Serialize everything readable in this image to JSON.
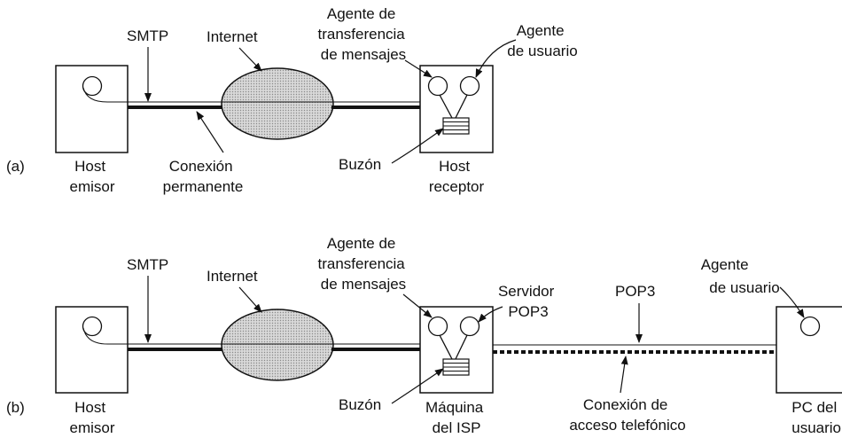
{
  "diagram_a": {
    "label": "(a)",
    "smtp": "SMTP",
    "internet": "Internet",
    "mta_label": [
      "Agente de",
      "transferencia",
      "de mensajes"
    ],
    "ua_label": [
      "Agente",
      "de usuario"
    ],
    "mailbox": "Buzón",
    "conn_label": [
      "Conexión",
      "permanente"
    ],
    "sender_host": [
      "Host",
      "emisor"
    ],
    "receiver_host": [
      "Host",
      "receptor"
    ]
  },
  "diagram_b": {
    "label": "(b)",
    "smtp": "SMTP",
    "internet": "Internet",
    "mta_label": [
      "Agente de",
      "transferencia",
      "de mensajes"
    ],
    "pop3_server": [
      "Servidor",
      "POP3"
    ],
    "pop3": "POP3",
    "ua_label": [
      "Agente",
      "de usuario"
    ],
    "mailbox": "Buzón",
    "dialup_label": [
      "Conexión de",
      "acceso telefónico"
    ],
    "sender_host": [
      "Host",
      "emisor"
    ],
    "isp_machine": [
      "Máquina",
      "del ISP"
    ],
    "user_pc": [
      "PC del",
      "usuario"
    ]
  }
}
